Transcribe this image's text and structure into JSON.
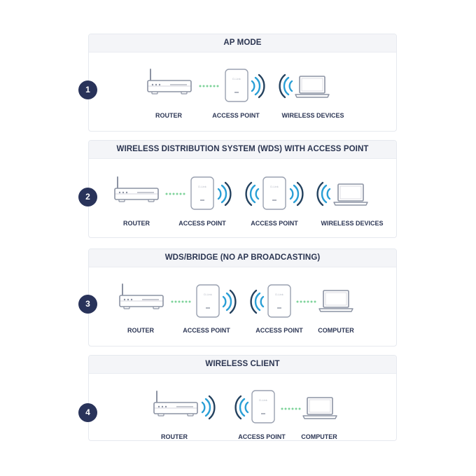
{
  "colors": {
    "accent_blue": "#2a9fd6",
    "link_green": "#7ed39a",
    "badge_navy": "#29335a",
    "outline_gray": "#8c93a3"
  },
  "sections": [
    {
      "number": "1",
      "title": "AP MODE",
      "devices": [
        {
          "type": "router",
          "label": "ROUTER"
        },
        {
          "type": "access-point",
          "label": "ACCESS POINT"
        },
        {
          "type": "laptop",
          "label": "WIRELESS DEVICES"
        }
      ]
    },
    {
      "number": "2",
      "title": "WIRELESS DISTRIBUTION SYSTEM (WDS) WITH ACCESS POINT",
      "devices": [
        {
          "type": "router",
          "label": "ROUTER"
        },
        {
          "type": "access-point",
          "label": "ACCESS POINT"
        },
        {
          "type": "access-point",
          "label": "ACCESS POINT"
        },
        {
          "type": "laptop",
          "label": "WIRELESS DEVICES"
        }
      ]
    },
    {
      "number": "3",
      "title": "WDS/BRIDGE (NO AP BROADCASTING)",
      "devices": [
        {
          "type": "router",
          "label": "ROUTER"
        },
        {
          "type": "access-point",
          "label": "ACCESS POINT"
        },
        {
          "type": "access-point",
          "label": "ACCESS POINT"
        },
        {
          "type": "laptop",
          "label": "COMPUTER"
        }
      ]
    },
    {
      "number": "4",
      "title": "WIRELESS CLIENT",
      "devices": [
        {
          "type": "router",
          "label": "ROUTER"
        },
        {
          "type": "access-point",
          "label": "ACCESS POINT"
        },
        {
          "type": "laptop",
          "label": "COMPUTER"
        }
      ]
    }
  ]
}
